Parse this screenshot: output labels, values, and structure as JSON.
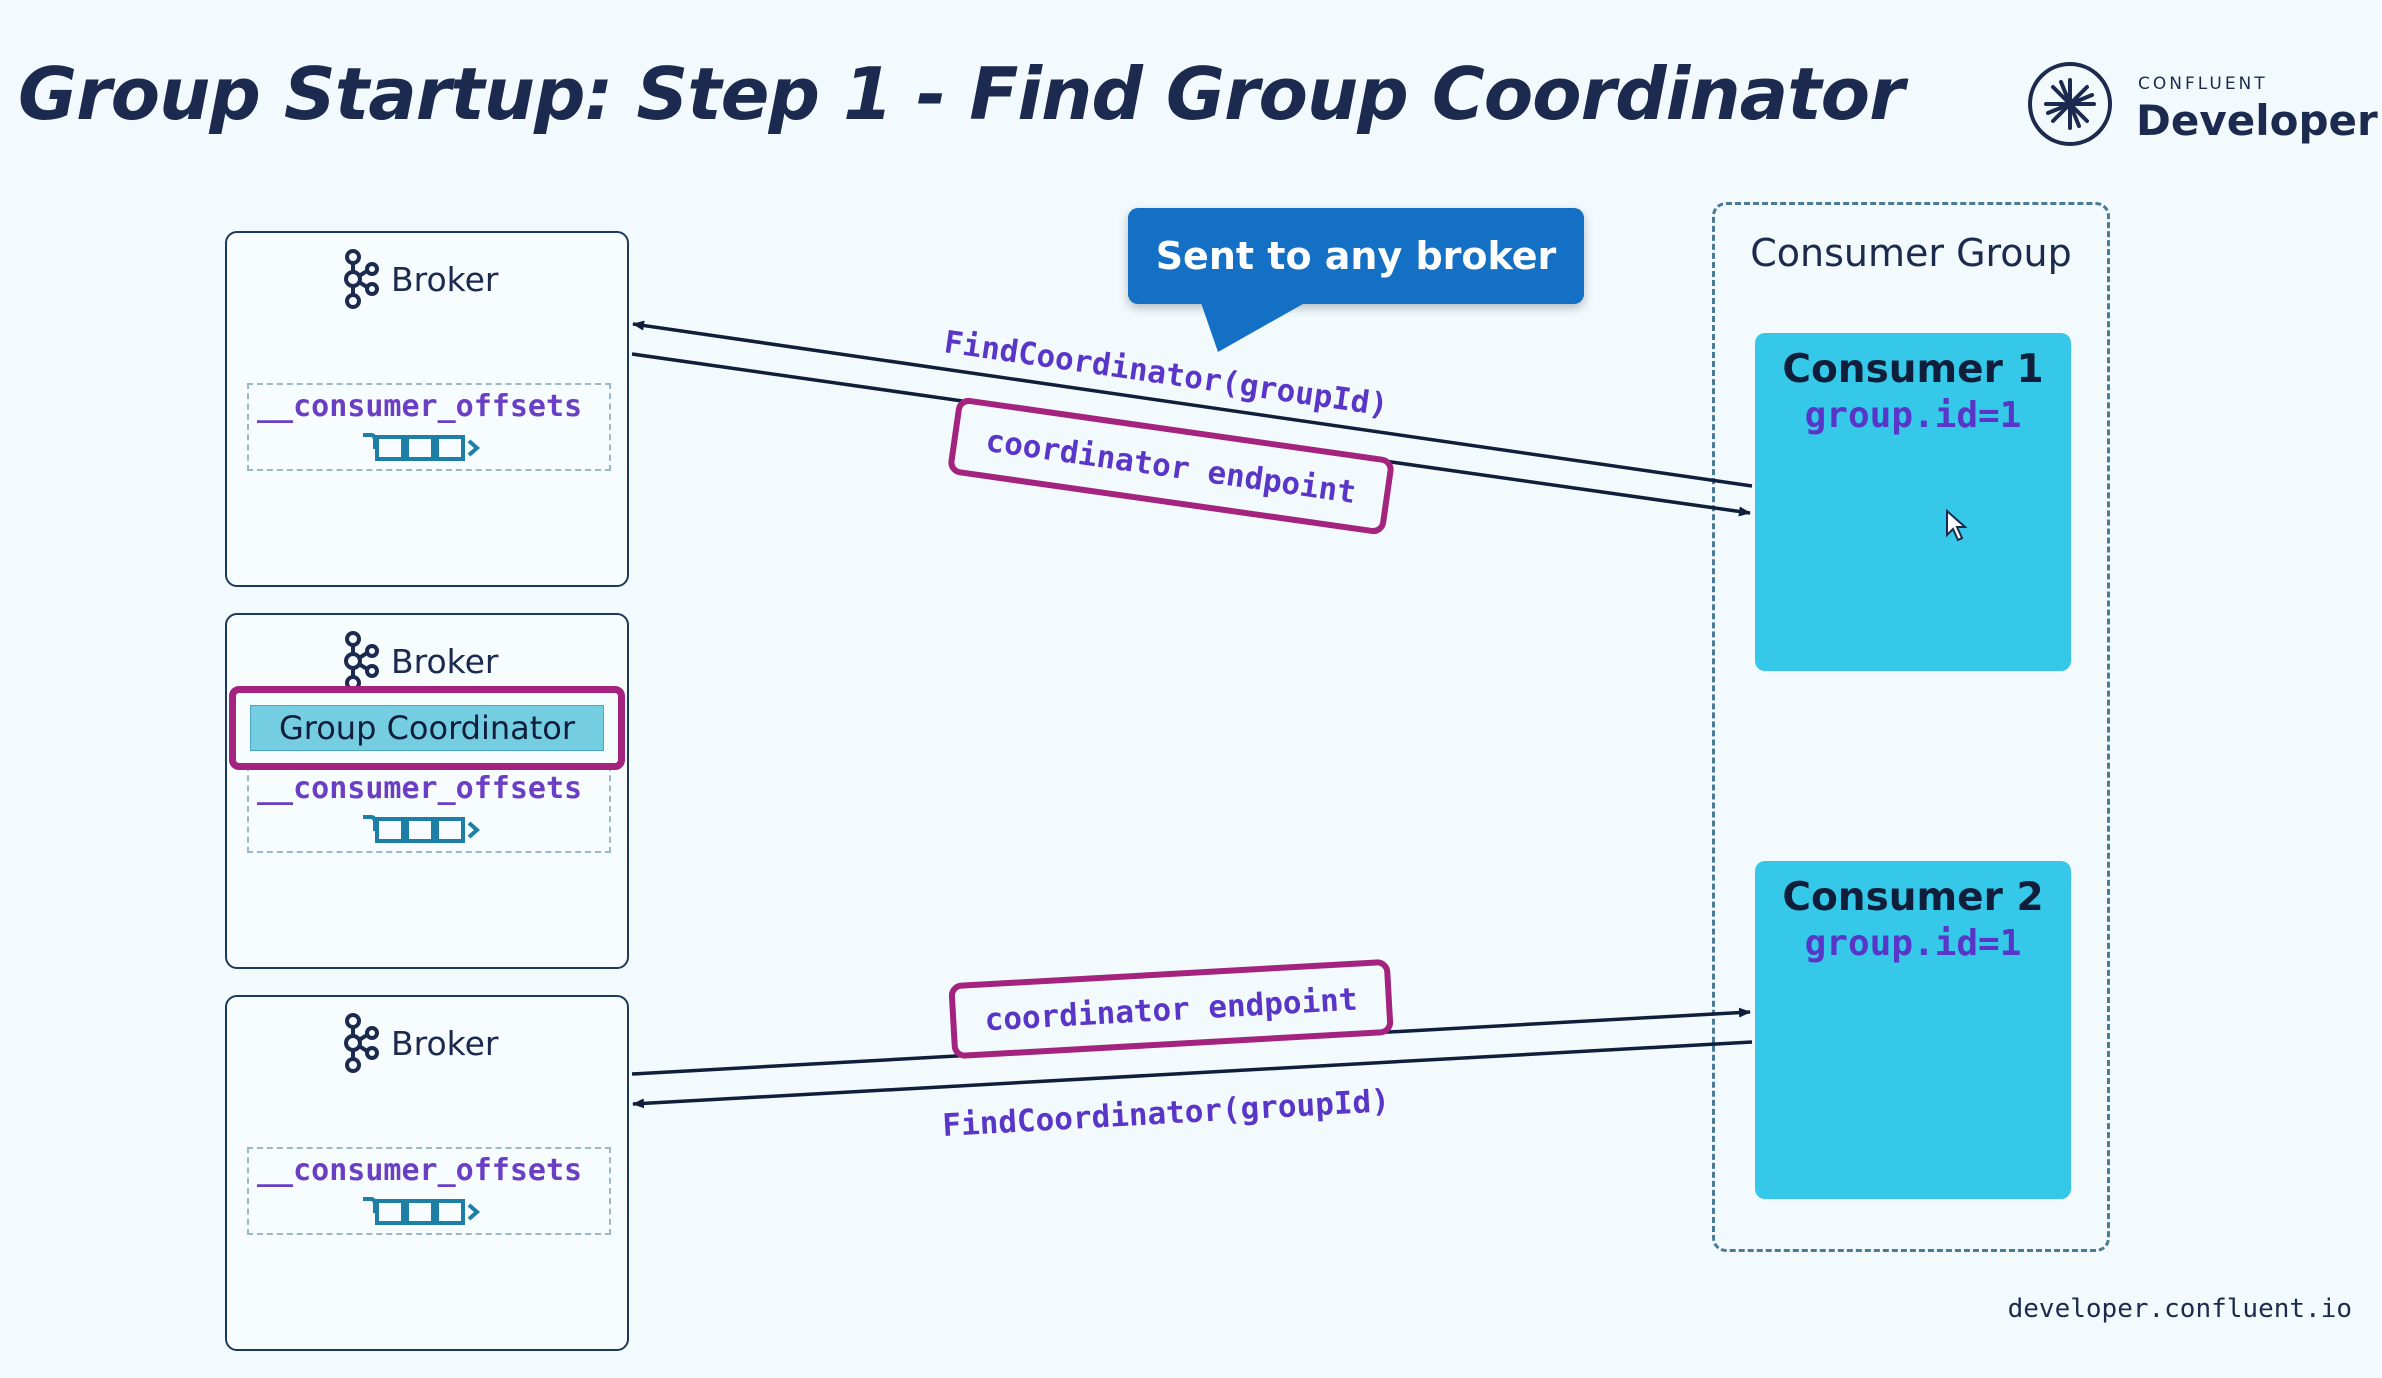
{
  "header": {
    "title": "Group Startup: Step 1 - Find Group Coordinator",
    "logo_small": "CONFLUENT",
    "logo_big": "Developer"
  },
  "brokers": [
    {
      "label": "Broker",
      "offsets_label": "__consumer_offsets"
    },
    {
      "label": "Broker",
      "coordinator_label": "Group Coordinator",
      "offsets_label": "__consumer_offsets"
    },
    {
      "label": "Broker",
      "offsets_label": "__consumer_offsets"
    }
  ],
  "callout": {
    "text": "Sent to any broker"
  },
  "consumer_group": {
    "label": "Consumer Group",
    "consumers": [
      {
        "name": "Consumer 1",
        "group_id": "group.id=1"
      },
      {
        "name": "Consumer 2",
        "group_id": "group.id=1"
      }
    ]
  },
  "messages": {
    "top_request": "FindCoordinator(groupId)",
    "top_response": "coordinator endpoint",
    "bottom_response": "coordinator endpoint",
    "bottom_request": "FindCoordinator(groupId)"
  },
  "footer": {
    "url": "developer.confluent.io"
  },
  "colors": {
    "navy": "#1b2a4e",
    "highlight": "#a3237e",
    "consumer": "#35c8e8",
    "coordinator": "#74cde1",
    "callout": "#1470c4",
    "mono_text": "#6a3fc4"
  }
}
